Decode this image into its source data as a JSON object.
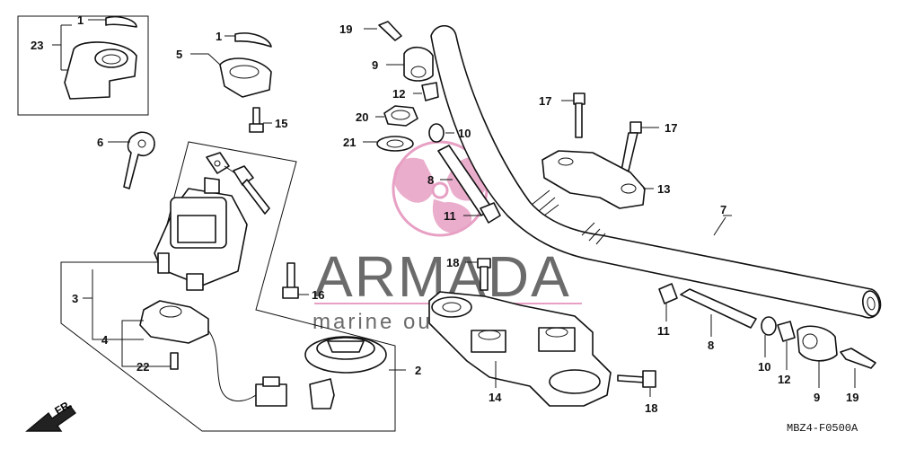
{
  "callouts": {
    "c1a": "1",
    "c23": "23",
    "c1b": "1",
    "c5": "5",
    "c15": "15",
    "c6": "6",
    "c3": "3",
    "c4": "4",
    "c22": "22",
    "c16": "16",
    "c2": "2",
    "c19a": "19",
    "c9a": "9",
    "c12a": "12",
    "c20": "20",
    "c21": "21",
    "c10a": "10",
    "c8a": "8",
    "c11a": "11",
    "c18a": "18",
    "c14": "14",
    "c18b": "18",
    "c17a": "17",
    "c17b": "17",
    "c13": "13",
    "c7": "7",
    "c11b": "11",
    "c8b": "8",
    "c10b": "10",
    "c12b": "12",
    "c9b": "9",
    "c19b": "19"
  },
  "watermark": {
    "brand": "ARMADA",
    "tagline": "marine outboards",
    "brand_color": "#7a7a7a",
    "logo_color": "#e7a0c4"
  },
  "front_indicator": "FR.",
  "diagram_code": "MBZ4-F0500A"
}
